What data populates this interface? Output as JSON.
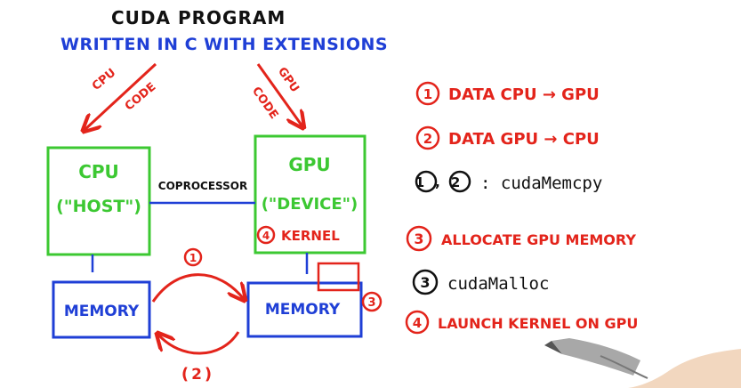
{
  "colors": {
    "black": "#111111",
    "blue": "#1f3fd6",
    "green": "#3cc832",
    "red": "#e3241b"
  },
  "header": {
    "title": "CUDA PROGRAM",
    "subtitle": "WRITTEN IN C WITH EXTENSIONS"
  },
  "diagram": {
    "cpu_code_label_1": "CPU",
    "cpu_code_label_2": "CODE",
    "gpu_code_label_1": "GPU",
    "gpu_code_label_2": "CODE",
    "cpu_box_line1": "CPU",
    "cpu_box_line2": "(\"HOST\")",
    "gpu_box_line1": "GPU",
    "gpu_box_line2": "(\"DEVICE\")",
    "coprocessor_label": "COPROCESSOR",
    "kernel_number": "4",
    "kernel_label": "KERNEL",
    "host_memory_label": "MEMORY",
    "device_memory_label": "MEMORY",
    "arrow1_number": "1",
    "arrow2_number": "2",
    "allocated_number": "3"
  },
  "steps": [
    {
      "number": "1",
      "text": "DATA CPU → GPU"
    },
    {
      "number": "2",
      "text": "DATA GPU → CPU"
    },
    {
      "number": "1,2",
      "text": ": cudaMemcpy"
    },
    {
      "number": "3",
      "text": "ALLOCATE GPU MEMORY"
    },
    {
      "number": "3",
      "text": "cudaMalloc"
    },
    {
      "number": "4",
      "text": "LAUNCH KERNEL ON GPU"
    }
  ]
}
